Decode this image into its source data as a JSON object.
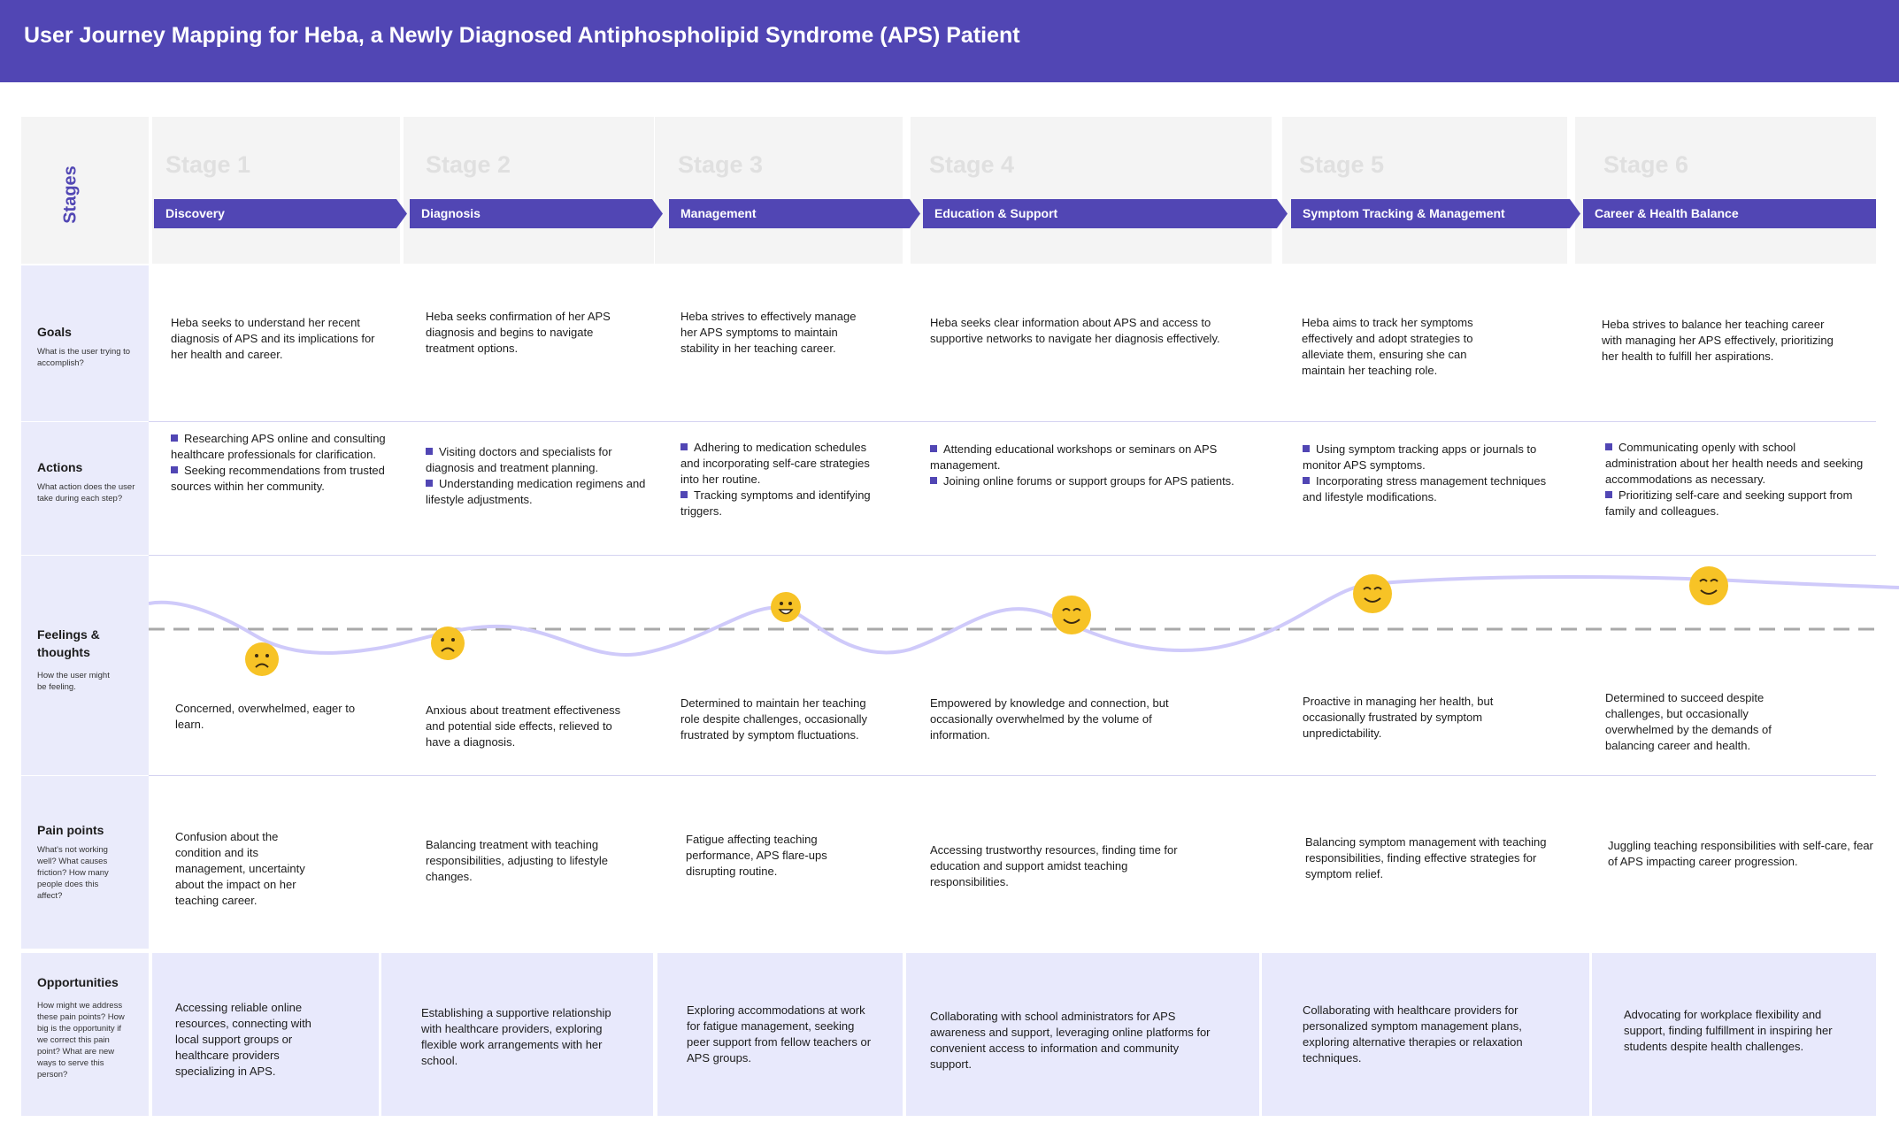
{
  "title": "User Journey Mapping for Heba, a Newly Diagnosed  Antiphospholipid Syndrome (APS) Patient",
  "stages_label": "Stages",
  "stages": [
    {
      "num": "Stage 1",
      "name": "Discovery"
    },
    {
      "num": "Stage 2",
      "name": "Diagnosis"
    },
    {
      "num": "Stage 3",
      "name": "Management"
    },
    {
      "num": "Stage 4",
      "name": "Education & Support"
    },
    {
      "num": "Stage 5",
      "name": "Symptom Tracking & Management"
    },
    {
      "num": "Stage 6",
      "name": "Career & Health Balance"
    }
  ],
  "rows": {
    "goals": {
      "title": "Goals",
      "desc": "What is the user trying to accomplish?"
    },
    "actions": {
      "title": "Actions",
      "desc": "What action does the user take during each step?"
    },
    "feelings": {
      "title": "Feelings & thoughts",
      "desc": "How the user might be feeling."
    },
    "pain": {
      "title": "Pain points",
      "desc": "What's not working well? What causes friction?  How many people does this affect?"
    },
    "opps": {
      "title": "Opportunities",
      "desc": "How might we address these pain points? How big is the opportunity if we correct this pain point? What are new ways to serve this person?"
    }
  },
  "goals": [
    "Heba seeks to understand her recent diagnosis of APS and its implications for her health and career.",
    "Heba seeks confirmation of her APS diagnosis and begins to navigate treatment options.",
    "Heba strives to effectively manage her APS symptoms to maintain stability in her teaching career.",
    "Heba seeks clear information about APS and access to supportive networks to navigate her diagnosis effectively.",
    "Heba aims to track her symptoms effectively and adopt strategies to alleviate them, ensuring she can maintain her teaching role.",
    "Heba strives to balance her teaching career with managing her APS effectively, prioritizing her health to fulfill her aspirations."
  ],
  "actions": [
    [
      "Researching APS online and consulting healthcare professionals for clarification.",
      "Seeking recommendations from trusted sources within her community."
    ],
    [
      "Visiting doctors and specialists for diagnosis and treatment planning.",
      "Understanding medication regimens and lifestyle adjustments."
    ],
    [
      "Adhering to medication schedules and incorporating self-care strategies into her routine.",
      "Tracking symptoms and identifying triggers."
    ],
    [
      "Attending educational workshops or seminars on APS management.",
      "Joining online forums or support groups for APS patients."
    ],
    [
      "Using symptom tracking apps or journals to monitor APS symptoms.",
      "Incorporating stress management techniques and lifestyle modifications."
    ],
    [
      "Communicating openly with school administration about her health needs and seeking accommodations as necessary.",
      "Prioritizing self-care and seeking support from family and colleagues."
    ]
  ],
  "feelings": [
    "Concerned, overwhelmed, eager to learn.",
    "Anxious about treatment effectiveness and potential side effects, relieved to have a diagnosis.",
    "Determined to maintain her teaching role despite challenges, occasionally frustrated by symptom fluctuations.",
    "Empowered by knowledge and connection, but occasionally overwhelmed by the volume of information.",
    "Proactive in managing her health, but occasionally frustrated by symptom unpredictability.",
    "Determined to succeed despite challenges, but occasionally overwhelmed by the demands of balancing career and health."
  ],
  "emotions": [
    "sad",
    "sad",
    "grin",
    "smile",
    "smile",
    "smile"
  ],
  "pain_points": [
    "Confusion about the condition and its management, uncertainty about the impact on her teaching career.",
    "Balancing treatment with teaching responsibilities, adjusting to lifestyle changes.",
    "Fatigue affecting teaching performance, APS flare-ups disrupting routine.",
    "Accessing trustworthy resources, finding time for education and support amidst teaching responsibilities.",
    "Balancing symptom management with teaching responsibilities, finding effective strategies for symptom relief.",
    "Juggling teaching responsibilities with self-care, fear of APS impacting career progression."
  ],
  "opportunities": [
    "Accessing reliable online resources, connecting with local support groups or healthcare providers specializing in APS.",
    "Establishing a supportive relationship with healthcare providers, exploring flexible work arrangements with her school.",
    "Exploring accommodations at work for fatigue management, seeking peer support from fellow teachers or APS groups.",
    " Collaborating with school administrators for APS awareness and support, leveraging online platforms for convenient access to information and community support.",
    "Collaborating with healthcare providers for personalized symptom management plans, exploring alternative therapies or relaxation techniques.",
    "Advocating for workplace flexibility and support, finding fulfillment in inspiring her students despite health challenges."
  ],
  "colors": {
    "accent": "#5146b4",
    "label_bg": "#eaebfb",
    "stage_bg": "#f4f4f4",
    "emoji": "#f7c326",
    "curve": "#cfcafa"
  }
}
